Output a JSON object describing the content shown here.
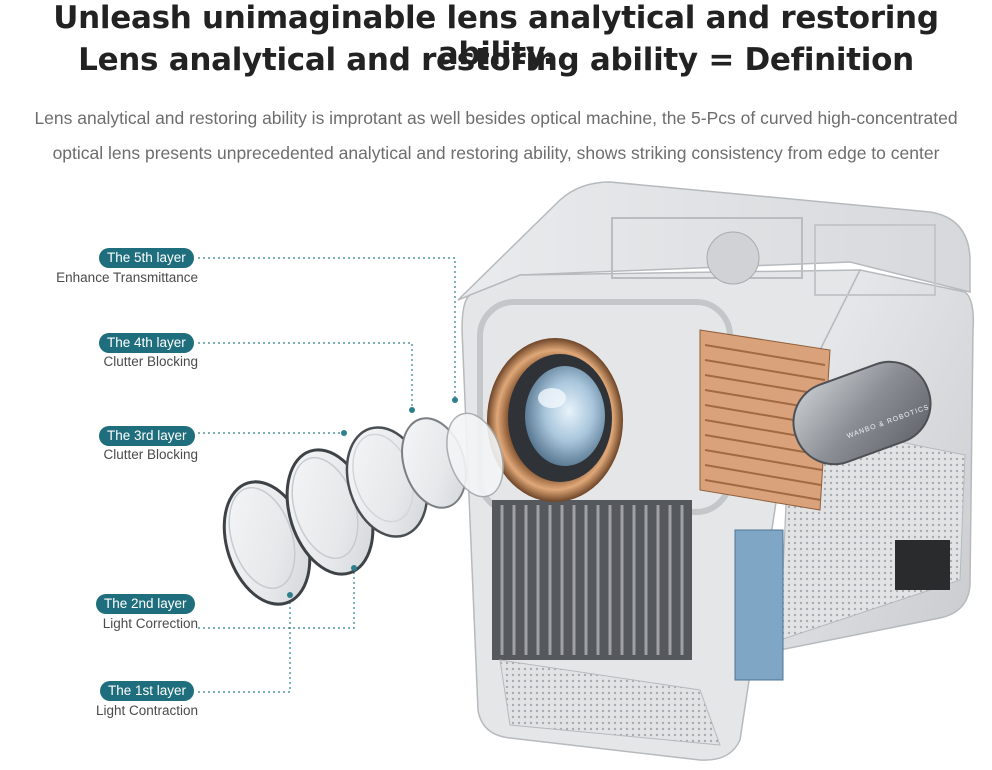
{
  "heading": {
    "line1": "Unleash unimaginable lens analytical and restoring ability.",
    "line2": "Lens analytical and restoring ability = Definition"
  },
  "description": {
    "line1": "Lens analytical and restoring ability is improtant as well besides optical machine, the 5-Pcs of curved high-concentrated",
    "line2": "optical lens presents unprecedented analytical and restoring ability, shows striking consistency from edge to center"
  },
  "layers": [
    {
      "badge": "The 5th layer",
      "label": "Enhance Transmittance"
    },
    {
      "badge": "The 4th layer",
      "label": "Clutter Blocking"
    },
    {
      "badge": "The 3rd layer",
      "label": "Clutter Blocking"
    },
    {
      "badge": "The 2nd layer",
      "label": "Light Correction"
    },
    {
      "badge": "The 1st layer",
      "label": "Light Contraction"
    }
  ],
  "product": {
    "brand_text": "WANBO & ROBOTICS",
    "colors": {
      "accent": "#1f6e7d",
      "copper": "#c98a5a",
      "body": "#dcdde0"
    }
  }
}
